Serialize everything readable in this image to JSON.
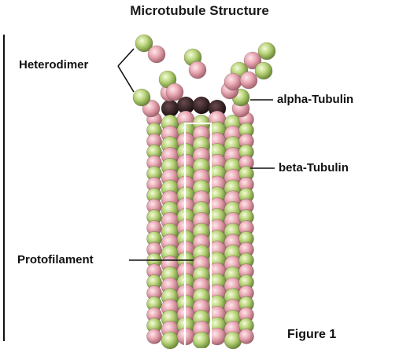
{
  "title": "Microtubule Structure",
  "labels": {
    "heterodimer": "Heterodimer",
    "alpha_tubulin": "alpha-Tubulin",
    "beta_tubulin": "beta-Tubulin",
    "protofilament": "Protofilament",
    "figure": "Figure 1"
  },
  "colors": {
    "alpha_tubulin": "#b9d47a",
    "beta_tubulin": "#e9a8b3",
    "inner_shadow": "#2c1a1c",
    "outline": "#ffffff",
    "leader_line": "#111111"
  }
}
